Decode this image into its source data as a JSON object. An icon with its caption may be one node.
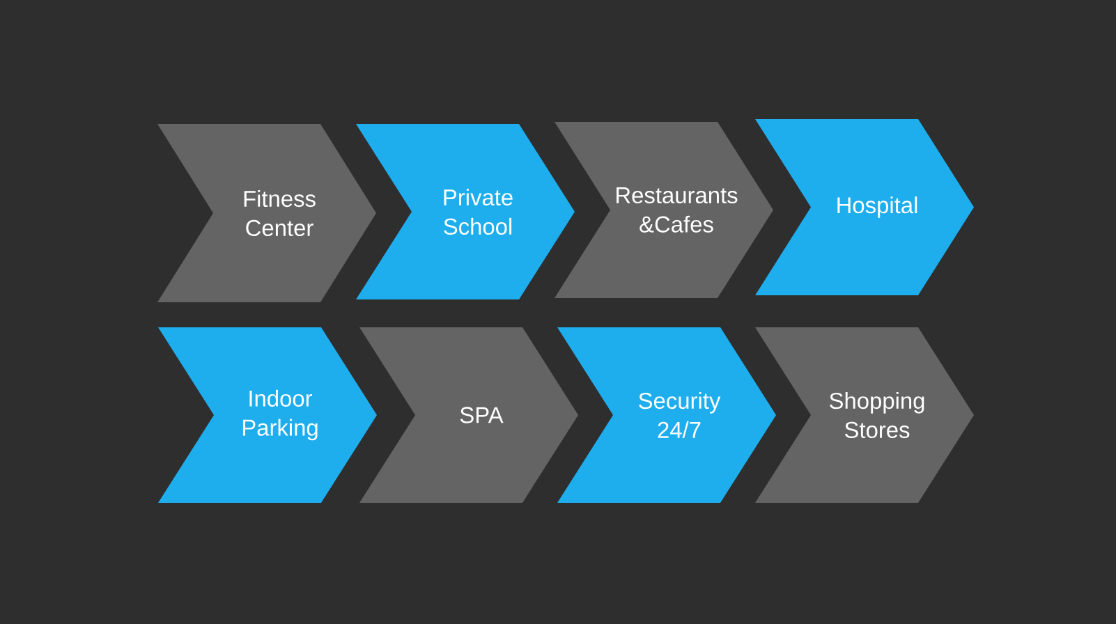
{
  "diagram": {
    "nodes": [
      {
        "text": [
          "Fitness Center"
        ]
      },
      {
        "text": [
          "Private School"
        ]
      },
      {
        "text": [
          "Restaurants &Cafes"
        ]
      },
      {
        "text": [
          "Hospital"
        ]
      },
      {
        "text": [
          "Indoor Parking"
        ]
      },
      {
        "text": [
          "SPA"
        ]
      },
      {
        "text": [
          "Security 24/7"
        ]
      },
      {
        "text": [
          "Shopping Stores"
        ]
      }
    ]
  }
}
